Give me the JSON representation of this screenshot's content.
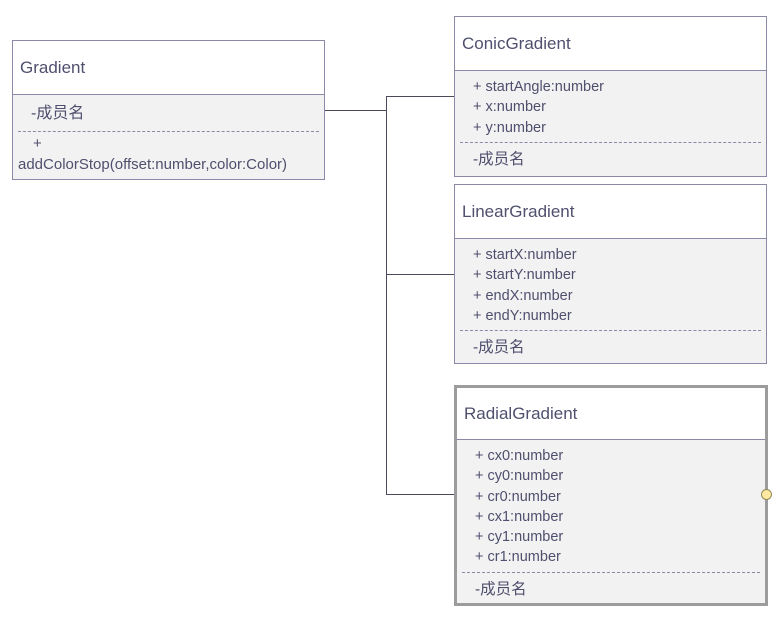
{
  "classes": {
    "gradient": {
      "name": "Gradient",
      "attribute": "-成员名",
      "op_prefix": "+",
      "op_signature": "addColorStop(offset:number,color:Color)"
    },
    "conic": {
      "name": "ConicGradient",
      "attributes": [
        "+ startAngle:number",
        "+ x:number",
        "+ y:number"
      ],
      "operation": "-成员名"
    },
    "linear": {
      "name": "LinearGradient",
      "attributes": [
        "+ startX:number",
        "+ startY:number",
        "+ endX:number",
        "+ endY:number"
      ],
      "operation": "-成员名"
    },
    "radial": {
      "name": "RadialGradient",
      "attributes": [
        "+ cx0:number",
        "+ cy0:number",
        "+ cr0:number",
        "+ cx1:number",
        "+ cy1:number",
        "+ cr1:number"
      ],
      "operation": "-成员名"
    }
  },
  "colors": {
    "border": "#8a8aa8",
    "compartment": "#f2f2f2",
    "selection": "#9c9c9c",
    "handle": "#ffe9a0"
  }
}
